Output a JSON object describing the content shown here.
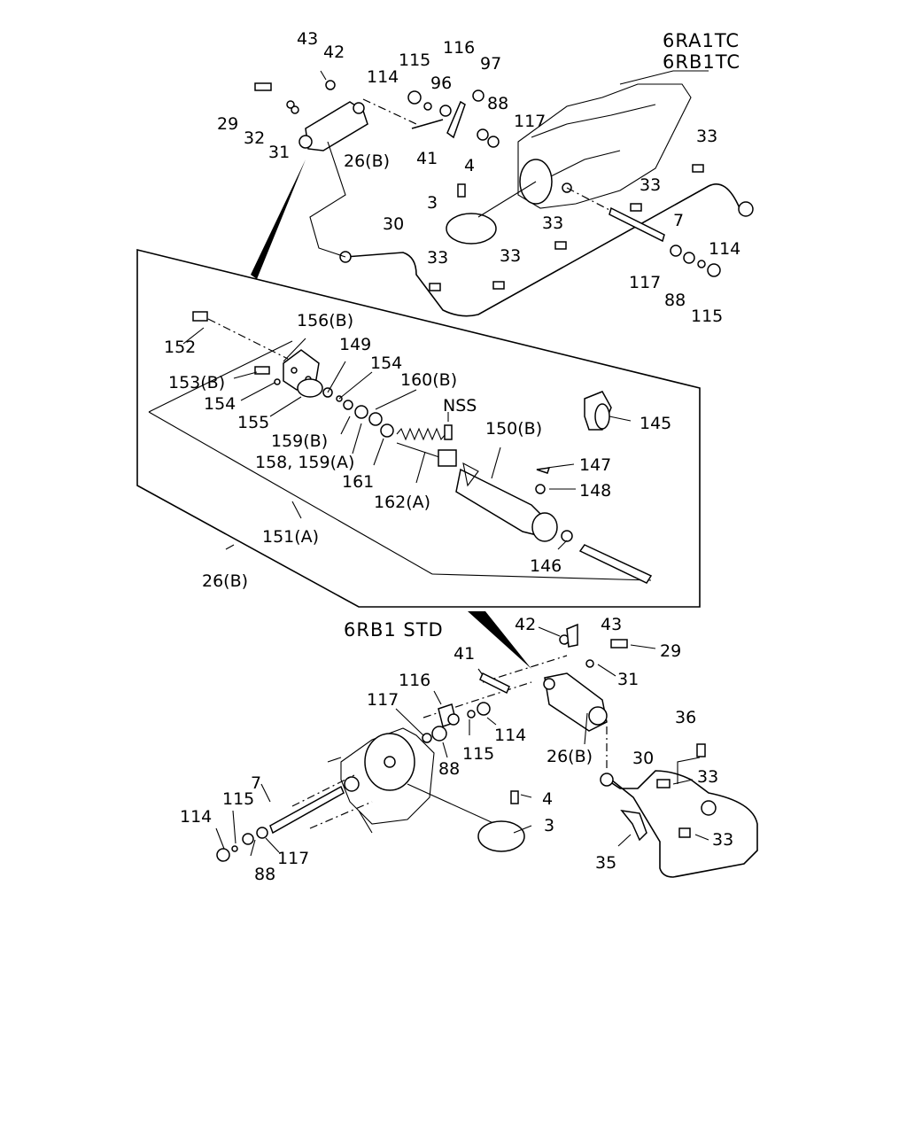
{
  "model_labels": {
    "top_right_1": "6RA1TC",
    "top_right_2": "6RB1TC",
    "bottom_std": "6RB1 STD"
  },
  "callouts": {
    "t43": "43",
    "t42": "42",
    "t29": "29",
    "t32": "32",
    "t31": "31",
    "t26b": "26(B)",
    "t114": "114",
    "t115": "115",
    "t116": "116",
    "t97": "97",
    "t96": "96",
    "t88": "88",
    "t117": "117",
    "t41": "41",
    "t4": "4",
    "t3": "3",
    "t30": "30",
    "t33a": "33",
    "t33b": "33",
    "t33c": "33",
    "t33d": "33",
    "t33e": "33",
    "t7": "7",
    "t114r": "114",
    "t117r": "117",
    "t88r": "88",
    "t115r": "115",
    "d152": "152",
    "d156b": "156(B)",
    "d149": "149",
    "d154a": "154",
    "d153b": "153(B)",
    "d154b": "154",
    "d155": "155",
    "d160b": "160(B)",
    "d159b": "159(B)",
    "d158": "158, 159(A)",
    "d161": "161",
    "d162a": "162(A)",
    "dnss": "NSS",
    "d150b": "150(B)",
    "d145": "145",
    "d147": "147",
    "d148": "148",
    "d146": "146",
    "d151a": "151(A)",
    "d26b": "26(B)",
    "b42": "42",
    "b43": "43",
    "b29": "29",
    "b41": "41",
    "b31": "31",
    "b116": "116",
    "b117": "117",
    "b114": "114",
    "b115": "115",
    "b88": "88",
    "b26b": "26(B)",
    "b36": "36",
    "b30": "30",
    "b33a": "33",
    "b33b": "33",
    "b35": "35",
    "b7": "7",
    "b115l": "115",
    "b114l": "114",
    "b4": "4",
    "b3": "3",
    "b117l": "117",
    "b88l": "88"
  }
}
